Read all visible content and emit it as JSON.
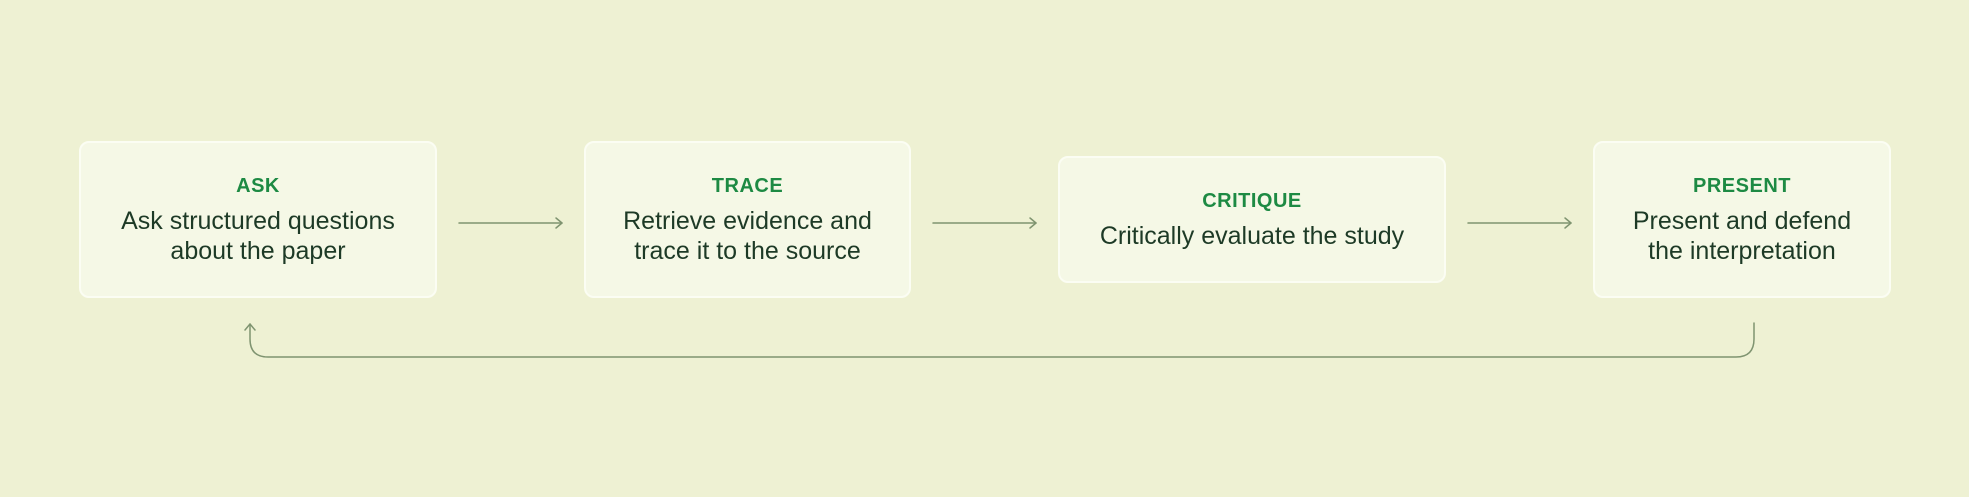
{
  "stages": [
    {
      "label": "ASK",
      "description": "Ask structured questions\nabout the paper"
    },
    {
      "label": "TRACE",
      "description": "Retrieve evidence and\ntrace it to the source"
    },
    {
      "label": "CRITIQUE",
      "description": "Critically evaluate the study"
    },
    {
      "label": "PRESENT",
      "description": "Present and defend\nthe interpretation"
    }
  ],
  "colors": {
    "background": "#eef1d3",
    "card": "#f5f8e6",
    "label": "#1d8a43",
    "text": "#1d3a26",
    "arrow": "#7f9470"
  }
}
